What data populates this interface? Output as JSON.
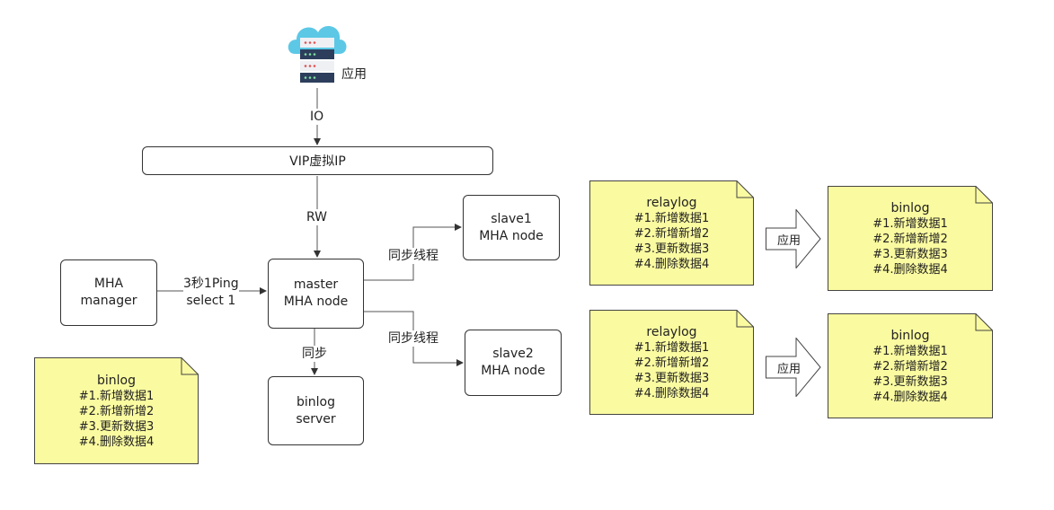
{
  "app": {
    "label": "应用"
  },
  "edges": {
    "io": "IO",
    "rw": "RW",
    "ping_line1": "3秒1Ping",
    "ping_line2": "select 1",
    "sync_thread_1": "同步线程",
    "sync_thread_2": "同步线程",
    "sync": "同步"
  },
  "vip": {
    "label": "VIP虚拟IP"
  },
  "nodes": {
    "manager": {
      "line1": "MHA",
      "line2": "manager"
    },
    "master": {
      "line1": "master",
      "line2": "MHA node"
    },
    "slave1": {
      "line1": "slave1",
      "line2": "MHA node"
    },
    "slave2": {
      "line1": "slave2",
      "line2": "MHA node"
    },
    "binlog_server": {
      "line1": "binlog",
      "line2": "server"
    }
  },
  "notes": {
    "binlog_main": {
      "title": "binlog",
      "lines": [
        "#1.新增数据1",
        "#2.新增新增2",
        "#3.更新数据3",
        "#4.删除数据4"
      ]
    },
    "relaylog_1": {
      "title": "relaylog",
      "lines": [
        "#1.新增数据1",
        "#2.新增新增2",
        "#3.更新数据3",
        "#4.删除数据4"
      ]
    },
    "relaylog_2": {
      "title": "relaylog",
      "lines": [
        "#1.新增数据1",
        "#2.新增新增2",
        "#3.更新数据3",
        "#4.删除数据4"
      ]
    },
    "binlog_1": {
      "title": "binlog",
      "lines": [
        "#1.新增数据1",
        "#2.新增新增2",
        "#3.更新数据3",
        "#4.删除数据4"
      ]
    },
    "binlog_2": {
      "title": "binlog",
      "lines": [
        "#1.新增数据1",
        "#2.新增新增2",
        "#3.更新数据3",
        "#4.删除数据4"
      ]
    }
  },
  "apply_arrows": [
    "应用",
    "应用"
  ],
  "colors": {
    "note_fill": "#fafaa0",
    "cloud": "#5cc8e6",
    "server_dark": "#2d3e5c"
  }
}
